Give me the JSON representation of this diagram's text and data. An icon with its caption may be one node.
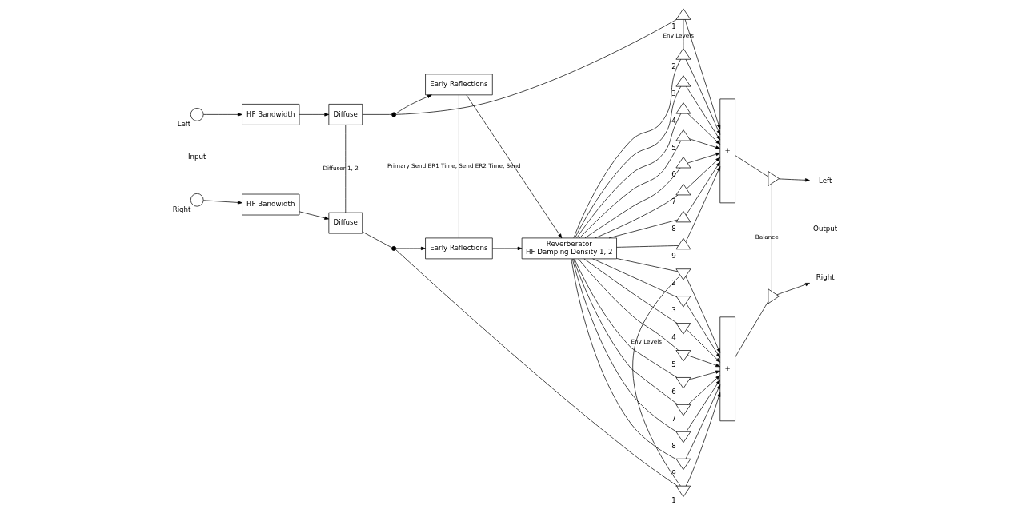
{
  "diagram": {
    "nodes": [
      {
        "text": [],
        "shape": "circle",
        "beside": [
          "Left"
        ]
      },
      {
        "text": [
          "HF Bandwidth"
        ]
      },
      {
        "text": [
          "Diffuse"
        ]
      },
      {
        "text": [],
        "shape": "dot"
      },
      {
        "text": [
          "Early Reflections"
        ]
      },
      {
        "text": [
          "Reverberator",
          "HF Damping Density 1, 2"
        ]
      },
      {
        "text": [],
        "shape": "circle",
        "beside": [
          "Right"
        ]
      },
      {
        "text": [
          "HF Bandwidth"
        ]
      },
      {
        "text": [
          "Diffuse"
        ]
      },
      {
        "text": [],
        "shape": "dot"
      },
      {
        "text": [
          "Early Reflections"
        ]
      },
      {
        "text": [
          "+"
        ]
      },
      {
        "text": [
          "+"
        ]
      },
      {
        "text": [],
        "shape": "triangle",
        "beside": [
          "1"
        ]
      },
      {
        "text": [],
        "shape": "triangle",
        "beside": [
          "2"
        ]
      },
      {
        "text": [],
        "shape": "triangle",
        "beside": [
          "3"
        ]
      },
      {
        "text": [],
        "shape": "triangle",
        "beside": [
          "4"
        ]
      },
      {
        "text": [],
        "shape": "triangle",
        "beside": [
          "5"
        ]
      },
      {
        "text": [],
        "shape": "triangle",
        "beside": [
          "6"
        ]
      },
      {
        "text": [],
        "shape": "triangle",
        "beside": [
          "7"
        ]
      },
      {
        "text": [],
        "shape": "triangle",
        "beside": [
          "8"
        ]
      },
      {
        "text": [],
        "shape": "triangle",
        "beside": [
          "9"
        ]
      },
      {
        "text": [],
        "shape": "triangle",
        "beside": [
          "1"
        ]
      },
      {
        "text": [],
        "shape": "triangle",
        "beside": [
          "2"
        ]
      },
      {
        "text": [],
        "shape": "triangle",
        "beside": [
          "3"
        ]
      },
      {
        "text": [],
        "shape": "triangle",
        "beside": [
          "4"
        ]
      },
      {
        "text": [],
        "shape": "triangle",
        "beside": [
          "5"
        ]
      },
      {
        "text": [],
        "shape": "triangle",
        "beside": [
          "6"
        ]
      },
      {
        "text": [],
        "shape": "triangle",
        "beside": [
          "7"
        ]
      },
      {
        "text": [],
        "shape": "triangle",
        "beside": [
          "8"
        ]
      },
      {
        "text": [],
        "shape": "triangle",
        "beside": [
          "9"
        ]
      },
      {
        "text": [],
        "shape": "triangle"
      },
      {
        "text": [],
        "shape": "triangle"
      },
      {
        "text": [
          "Left"
        ]
      },
      {
        "text": [
          "Right"
        ]
      }
    ],
    "edges": [
      {
        "from": 0,
        "to": 1,
        "arrow": "to"
      },
      {
        "from": 1,
        "to": 2,
        "arrow": "to"
      },
      {
        "from": 2,
        "to": 3,
        "arrow": "none"
      },
      {
        "from": 3,
        "to": 4,
        "arrow": "to"
      },
      {
        "from": 4,
        "to": 5,
        "arrow": "to"
      },
      {
        "from": 3,
        "to": 13,
        "arrow": "none"
      },
      {
        "from": 13,
        "to": 11,
        "arrow": "to"
      },
      {
        "from": 5,
        "to": 14,
        "arrow": "none"
      },
      {
        "from": 5,
        "to": 15,
        "arrow": "none"
      },
      {
        "from": 5,
        "to": 16,
        "arrow": "none"
      },
      {
        "from": 5,
        "to": 17,
        "arrow": "none"
      },
      {
        "from": 5,
        "to": 18,
        "arrow": "none"
      },
      {
        "from": 5,
        "to": 19,
        "arrow": "none"
      },
      {
        "from": 5,
        "to": 20,
        "arrow": "none"
      },
      {
        "from": 5,
        "to": 21,
        "arrow": "none"
      },
      {
        "from": 14,
        "to": 11,
        "arrow": "to"
      },
      {
        "from": 15,
        "to": 11,
        "arrow": "to"
      },
      {
        "from": 16,
        "to": 11,
        "arrow": "to"
      },
      {
        "from": 17,
        "to": 11,
        "arrow": "to"
      },
      {
        "from": 18,
        "to": 11,
        "arrow": "to"
      },
      {
        "from": 19,
        "to": 11,
        "arrow": "to"
      },
      {
        "from": 20,
        "to": 11,
        "arrow": "to"
      },
      {
        "from": 21,
        "to": 11,
        "arrow": "to"
      },
      {
        "from": 11,
        "to": 31,
        "arrow": "none"
      },
      {
        "from": 31,
        "to": 33,
        "arrow": "to"
      },
      {
        "from": 6,
        "to": 7,
        "arrow": "to"
      },
      {
        "from": 7,
        "to": 8,
        "arrow": "to"
      },
      {
        "from": 8,
        "to": 9,
        "arrow": "none"
      },
      {
        "from": 9,
        "to": 10,
        "arrow": "to"
      },
      {
        "from": 10,
        "to": 5,
        "arrow": "to"
      },
      {
        "from": 9,
        "to": 22,
        "arrow": "none"
      },
      {
        "from": 22,
        "to": 12,
        "arrow": "to"
      },
      {
        "from": 5,
        "to": 23,
        "arrow": "none"
      },
      {
        "from": 5,
        "to": 24,
        "arrow": "none"
      },
      {
        "from": 5,
        "to": 25,
        "arrow": "none"
      },
      {
        "from": 5,
        "to": 26,
        "arrow": "none"
      },
      {
        "from": 5,
        "to": 27,
        "arrow": "none"
      },
      {
        "from": 5,
        "to": 28,
        "arrow": "none"
      },
      {
        "from": 5,
        "to": 29,
        "arrow": "none"
      },
      {
        "from": 5,
        "to": 30,
        "arrow": "none"
      },
      {
        "from": 23,
        "to": 12,
        "arrow": "to"
      },
      {
        "from": 24,
        "to": 12,
        "arrow": "to"
      },
      {
        "from": 25,
        "to": 12,
        "arrow": "to"
      },
      {
        "from": 26,
        "to": 12,
        "arrow": "to"
      },
      {
        "from": 27,
        "to": 12,
        "arrow": "to"
      },
      {
        "from": 28,
        "to": 12,
        "arrow": "to"
      },
      {
        "from": 29,
        "to": 12,
        "arrow": "to"
      },
      {
        "from": 30,
        "to": 12,
        "arrow": "to"
      },
      {
        "from": 12,
        "to": 32,
        "arrow": "none"
      },
      {
        "from": 32,
        "to": 34,
        "arrow": "to"
      },
      {
        "from": 13,
        "to": 14,
        "arrow": "none",
        "label": "Env Levels"
      },
      {
        "from": 22,
        "to": 23,
        "arrow": "none",
        "label": "Env Levels"
      },
      {
        "from": 2,
        "to": 8,
        "arrow": "none",
        "label": "Diffuser 1, 2"
      },
      {
        "from": 4,
        "to": 10,
        "arrow": "none",
        "label": "Primary Send ER1 Time, Send ER2 Time, Send"
      },
      {
        "from": 31,
        "to": 32,
        "arrow": "none",
        "label": "Balance"
      }
    ],
    "labels": [
      "Input",
      "Output"
    ]
  }
}
